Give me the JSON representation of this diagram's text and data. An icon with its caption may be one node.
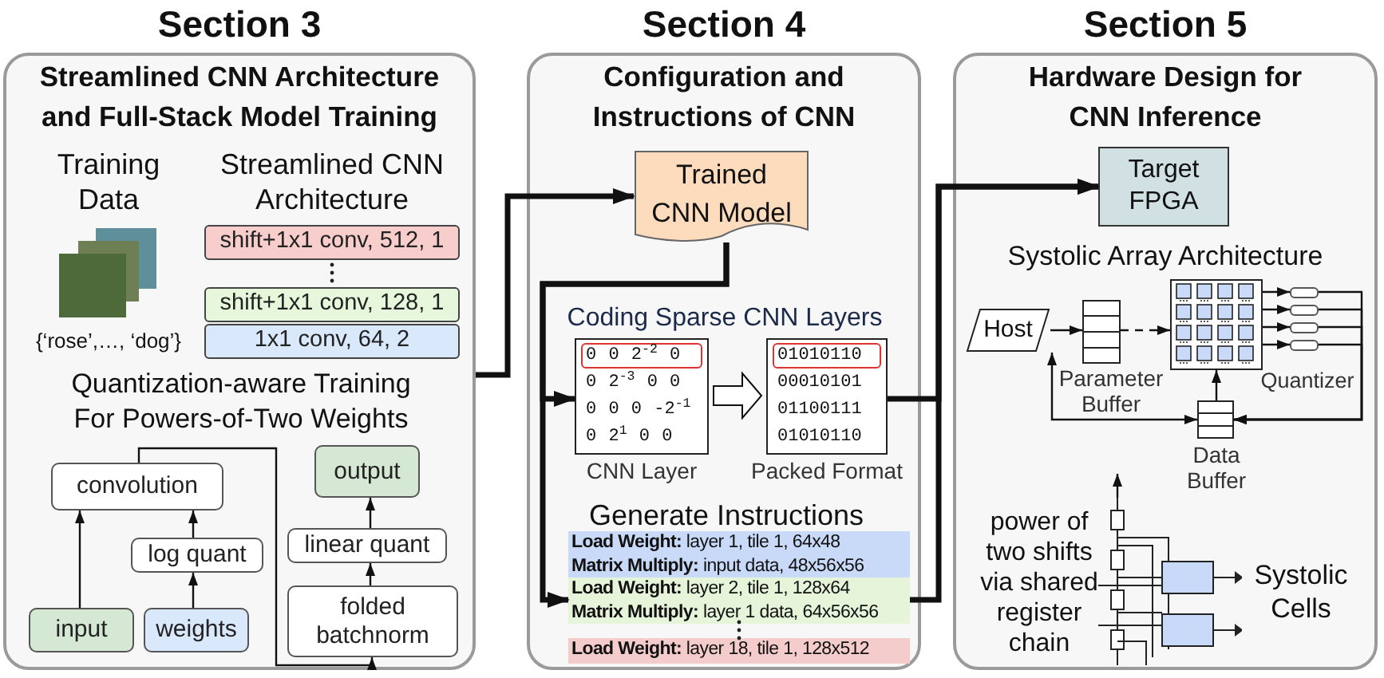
{
  "diagram": {
    "nodes": [
      {
        "text": [
          "Section 3",
          "Streamlined CNN Architecture and Full-Stack Model Training"
        ]
      },
      {
        "text": [
          "shift+1x1 conv, 512, 1"
        ],
        "in": 0
      },
      {
        "text": [
          "shift+1x1 conv, 128, 1"
        ],
        "in": 0
      },
      {
        "text": [
          "1x1 conv, 64, 2"
        ],
        "in": 0
      },
      {
        "text": [
          "convolution"
        ],
        "in": 0
      },
      {
        "text": [
          "log quant"
        ],
        "in": 0
      },
      {
        "text": [
          "input"
        ],
        "in": 0
      },
      {
        "text": [
          "weights"
        ],
        "in": 0
      },
      {
        "text": [
          "output"
        ],
        "in": 0
      },
      {
        "text": [
          "linear quant"
        ],
        "in": 0
      },
      {
        "text": [
          "folded batchnorm"
        ],
        "in": 0
      },
      {
        "text": [
          "Section 4",
          "Configuration and Instructions of CNN"
        ]
      },
      {
        "text": [
          "Trained CNN Model"
        ],
        "in": 11
      },
      {
        "text": [
          "0 0 2$^{-2}$ 0",
          "0 2$^{-3}$ 0 0",
          "0 0 0 -2$^{-1}$",
          "0 2$^{1}$ 0 0"
        ],
        "in": 11,
        "beside": [
          "CNN Layer"
        ]
      },
      {
        "text": [
          "01010110",
          "00010101",
          "01100111",
          "01010110"
        ],
        "in": 11,
        "beside": [
          "Packed Format"
        ]
      },
      {
        "text": [
          "**Load Weight:** layer 1, tile 1, 64x48",
          "**Matrix Multiply:** input data, 48x56x56"
        ],
        "in": 11
      },
      {
        "text": [
          "**Load Weight:** layer 2, tile 1, 128x64",
          "**Matrix Multiply:** layer 1 data, 64x56x56"
        ],
        "in": 11
      },
      {
        "text": [
          "**Load Weight:** layer 18, tile 1, 128x512"
        ],
        "in": 11
      },
      {
        "text": [
          "Section 5",
          "Hardware Design for CNN Inference"
        ]
      },
      {
        "text": [
          "Target FPGA"
        ],
        "in": 18
      },
      {
        "text": [
          "Host"
        ],
        "in": 18
      },
      {
        "text": [],
        "shape": "box",
        "in": 18,
        "beside": [
          "Parameter Buffer"
        ]
      },
      {
        "text": [],
        "shape": "picture",
        "in": 18
      },
      {
        "text": [],
        "shape": "box",
        "in": 18
      },
      {
        "text": [],
        "shape": "box",
        "in": 18
      },
      {
        "text": [],
        "shape": "box",
        "in": 18
      },
      {
        "text": [],
        "shape": "box",
        "in": 18
      },
      {
        "text": [],
        "shape": "box",
        "in": 18,
        "beside": [
          "Data Buffer"
        ]
      },
      {
        "text": [],
        "shape": "picture",
        "in": 18,
        "beside": [
          "Systolic Cells"
        ]
      }
    ],
    "edges": [
      {
        "from": 0,
        "to": 12,
        "arrow": "to",
        "style": "thick"
      },
      {
        "from": 12,
        "to": 13,
        "arrow": "to",
        "style": "thick"
      },
      {
        "from": 12,
        "to": 16,
        "arrow": "to",
        "style": "thick"
      },
      {
        "from": 13,
        "to": 14,
        "arrow": "to"
      },
      {
        "from": 14,
        "to": 19,
        "arrow": "to",
        "style": "thick"
      },
      {
        "from": 16,
        "to": 19,
        "arrow": "to",
        "style": "thick"
      },
      {
        "from": 20,
        "to": 21,
        "arrow": "to"
      },
      {
        "from": 21,
        "to": 22,
        "arrow": "to",
        "style": "dashed"
      },
      {
        "from": 22,
        "to": 23,
        "arrow": "to"
      },
      {
        "from": 22,
        "to": 24,
        "arrow": "to"
      },
      {
        "from": 22,
        "to": 25,
        "arrow": "to"
      },
      {
        "from": 22,
        "to": 26,
        "arrow": "to"
      },
      {
        "from": 23,
        "to": 27,
        "arrow": "to"
      },
      {
        "from": 24,
        "to": 27,
        "arrow": "to"
      },
      {
        "from": 25,
        "to": 27,
        "arrow": "to"
      },
      {
        "from": 26,
        "to": 27,
        "arrow": "to"
      },
      {
        "from": 27,
        "to": 20,
        "arrow": "both"
      },
      {
        "from": 27,
        "to": 22,
        "arrow": "to"
      },
      {
        "from": 28,
        "to": null,
        "arrow": "to"
      },
      {
        "from": 6,
        "to": 4,
        "arrow": "to"
      },
      {
        "from": 7,
        "to": 5,
        "arrow": "to"
      },
      {
        "from": 5,
        "to": 4,
        "arrow": "to"
      },
      {
        "from": 4,
        "to": 10,
        "arrow": "to"
      },
      {
        "from": 10,
        "to": 9,
        "arrow": "to"
      },
      {
        "from": 9,
        "to": 8,
        "arrow": "to"
      }
    ],
    "labels": [
      "Training Data",
      "Streamlined CNN Architecture",
      "{‘rose’,…, ‘dog’}",
      "Quantization-aware Training For Powers-of-Two Weights",
      "Coding Sparse CNN Layers",
      "Generate Instructions",
      "Systolic Array Architecture",
      "Quantizer",
      "power of two shifts via shared register chain"
    ]
  }
}
